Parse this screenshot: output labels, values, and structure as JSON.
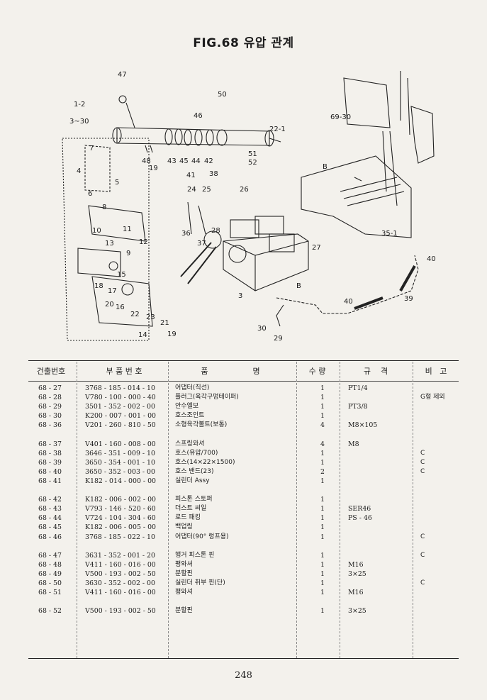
{
  "title": "FIG.68 유압 관계",
  "page_number": "248",
  "table": {
    "headers": [
      "건출번호",
      "부 품 번 호",
      "품                  명",
      "수 량",
      "규    격",
      "비   고"
    ],
    "rows": [
      {
        "fig": "68 - 27",
        "part": "3768 - 185 - 014 - 10",
        "name": "어댑터(직선)",
        "qty": "1",
        "spec": "PT1/4",
        "remark": ""
      },
      {
        "fig": "68 - 28",
        "part": "V780 - 100 - 000 - 40",
        "name": "플러그(육각구멍테이퍼)",
        "qty": "1",
        "spec": "",
        "remark": "G형 제외"
      },
      {
        "fig": "68 - 29",
        "part": "3501 - 352 - 002 - 00",
        "name": "안수엘보",
        "qty": "1",
        "spec": "PT3/8",
        "remark": ""
      },
      {
        "fig": "68 - 30",
        "part": "K200 - 007 - 001 - 00",
        "name": "호스조인트",
        "qty": "1",
        "spec": "",
        "remark": ""
      },
      {
        "fig": "68 - 36",
        "part": "V201 - 260 - 810 - 50",
        "name": "소형육각볼트(보통)",
        "qty": "4",
        "spec": "M8×105",
        "remark": ""
      },
      {
        "gap": true
      },
      {
        "fig": "68 - 37",
        "part": "V401 - 160 - 008 - 00",
        "name": "스프링와셔",
        "qty": "4",
        "spec": "M8",
        "remark": ""
      },
      {
        "fig": "68 - 38",
        "part": "3646 - 351 - 009 - 10",
        "name": "호스(유압/700)",
        "qty": "1",
        "spec": "",
        "remark": "C"
      },
      {
        "fig": "68 - 39",
        "part": "3650 - 354 - 001 - 10",
        "name": "호스(14×22×1500)",
        "qty": "1",
        "spec": "",
        "remark": "C"
      },
      {
        "fig": "68 - 40",
        "part": "3650 - 352 - 003 - 00",
        "name": "호스 밴드(23)",
        "qty": "2",
        "spec": "",
        "remark": "C"
      },
      {
        "fig": "68 - 41",
        "part": "K182 - 014 - 000 - 00",
        "name": "실린더 Assy",
        "qty": "1",
        "spec": "",
        "remark": ""
      },
      {
        "gap": true
      },
      {
        "fig": "68 - 42",
        "part": "K182 - 006 - 002 - 00",
        "name": "피스톤 스토퍼",
        "qty": "1",
        "spec": "",
        "remark": ""
      },
      {
        "fig": "68 - 43",
        "part": "V793 - 146 - 520 - 60",
        "name": "더스트 씨일",
        "qty": "1",
        "spec": "SER46",
        "remark": ""
      },
      {
        "fig": "68 - 44",
        "part": "V724 - 104 - 304 - 60",
        "name": "로드 패킹",
        "qty": "1",
        "spec": "PS - 46",
        "remark": ""
      },
      {
        "fig": "68 - 45",
        "part": "K182 - 006 - 005 - 00",
        "name": "백업링",
        "qty": "1",
        "spec": "",
        "remark": ""
      },
      {
        "fig": "68 - 46",
        "part": "3768 - 185 - 022 - 10",
        "name": "어댑터(90° 렁프용)",
        "qty": "1",
        "spec": "",
        "remark": "C"
      },
      {
        "gap": true
      },
      {
        "fig": "68 - 47",
        "part": "3631 - 352 - 001 - 20",
        "name": "행거 피스톤 핀",
        "qty": "1",
        "spec": "",
        "remark": "C"
      },
      {
        "fig": "68 - 48",
        "part": "V411 - 160 - 016 - 00",
        "name": "평와셔",
        "qty": "1",
        "spec": "M16",
        "remark": ""
      },
      {
        "fig": "68 - 49",
        "part": "V500 - 193 - 002 - 50",
        "name": "분할핀",
        "qty": "1",
        "spec": "3×25",
        "remark": ""
      },
      {
        "fig": "68 - 50",
        "part": "3630 - 352 - 002 - 00",
        "name": "실린더 취부 핀(단)",
        "qty": "1",
        "spec": "",
        "remark": "C"
      },
      {
        "fig": "68 - 51",
        "part": "V411 - 160 - 016 - 00",
        "name": "평와셔",
        "qty": "1",
        "spec": "M16",
        "remark": ""
      },
      {
        "gap": true
      },
      {
        "fig": "68 - 52",
        "part": "V500 - 193 - 002 - 50",
        "name": "분할핀",
        "qty": "1",
        "spec": "3×25",
        "remark": ""
      }
    ]
  },
  "diagram_labels": [
    "47",
    "50",
    "1-2",
    "3~30",
    "46",
    "22-1",
    "69-30",
    "48",
    "19",
    "43",
    "45",
    "44",
    "42",
    "51",
    "52",
    "41",
    "38",
    "B",
    "7",
    "6",
    "4",
    "5",
    "24",
    "25",
    "26",
    "8",
    "10",
    "13",
    "12",
    "9",
    "11",
    "36",
    "28",
    "37",
    "27",
    "35-1",
    "15",
    "18",
    "17",
    "16",
    "3",
    "40",
    "20",
    "22",
    "23",
    "21",
    "30",
    "29",
    "B",
    "39",
    "40",
    "14",
    "19"
  ]
}
